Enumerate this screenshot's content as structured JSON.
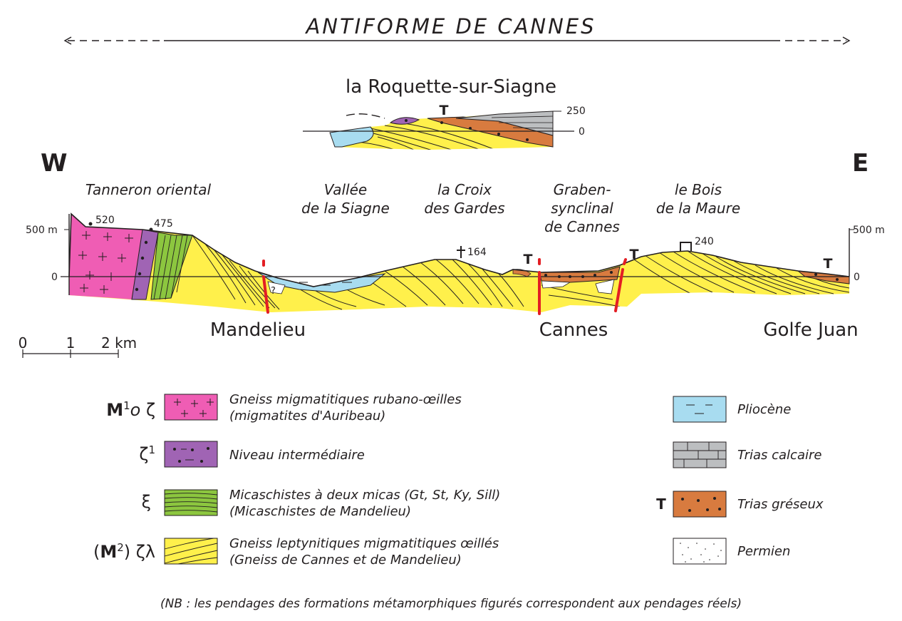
{
  "title": "ANTIFORME DE CANNES",
  "inset": {
    "title": "la Roquette-sur-Siagne",
    "elev_250": "250",
    "elev_0": "0",
    "t_label": "T"
  },
  "section": {
    "west": "W",
    "east": "E",
    "localities": {
      "tanneron": "Tanneron oriental",
      "siagne_1": "Vallée",
      "siagne_2": "de la Siagne",
      "croix_1": "la Croix",
      "croix_2": "des Gardes",
      "graben_1": "Graben-",
      "graben_2": "synclinal",
      "graben_3": "de Cannes",
      "bois_1": "le Bois",
      "bois_2": "de la Maure"
    },
    "towns": [
      "Mandelieu",
      "Cannes",
      "Golfe Juan"
    ],
    "peaks": {
      "p520": "520",
      "p475": "475",
      "p164": "164",
      "p240": "240"
    },
    "axis_left_500": "500 m",
    "axis_left_0": "0",
    "axis_right_500": "500 m",
    "axis_right_0": "0",
    "t_markers": [
      "T",
      "T",
      "T"
    ]
  },
  "scale": {
    "ticks": [
      "0",
      "1",
      "2 km"
    ]
  },
  "legend": {
    "left": [
      {
        "symbol": "M¹o ζ",
        "line1": "Gneiss migmatitiques rubano-œilles",
        "line2": "(migmatites d'Auribeau)",
        "color": "#ef5db4"
      },
      {
        "symbol": "ζ¹",
        "line1": "Niveau intermédiaire",
        "line2": "",
        "color": "#a064b4"
      },
      {
        "symbol": "ξ",
        "line1": "Micaschistes à deux micas (Gt, St, Ky, Sill)",
        "line2": "(Micaschistes de Mandelieu)",
        "color": "#8cc63f"
      },
      {
        "symbol": "(M²) ζλ",
        "line1": "Gneiss leptynitiques migmatitiques œillés",
        "line2": "(Gneiss de Cannes et de Mandelieu)",
        "color": "#fff04b"
      }
    ],
    "right": [
      {
        "symbol": "",
        "label": "Pliocène",
        "color": "#a8dcf0"
      },
      {
        "symbol": "",
        "label": "Trias calcaire",
        "color": "#bcbec0"
      },
      {
        "symbol": "T",
        "label": "Trias gréseux",
        "color": "#d87b3f"
      },
      {
        "symbol": "",
        "label": "Permien",
        "color": "#ffffff"
      }
    ]
  },
  "note": "(NB : les pendages des formations métamorphiques figurés correspondent aux pendages réels)"
}
